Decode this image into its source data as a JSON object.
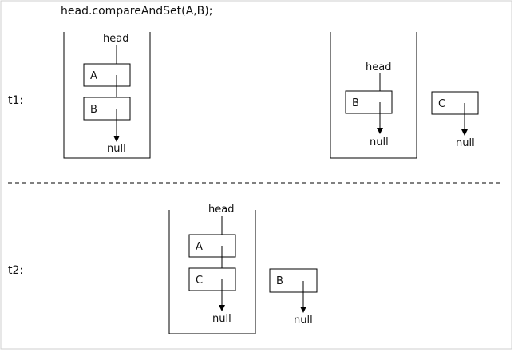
{
  "caption": "head.compareAndSet(A,B);",
  "row_labels": {
    "t1": "t1:",
    "t2": "t2:"
  },
  "text": {
    "head": "head",
    "null": "null"
  },
  "nodes": {
    "A": "A",
    "B": "B",
    "C": "C"
  },
  "colors": {
    "stroke": "#000000",
    "background": "#ffffff",
    "frame": "#cfcfcf"
  }
}
